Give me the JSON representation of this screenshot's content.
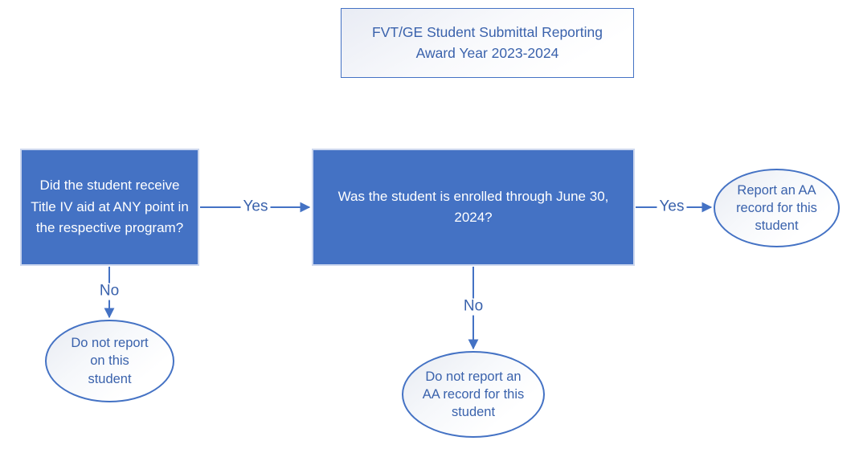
{
  "title": {
    "line1": "FVT/GE Student Submittal Reporting",
    "line2": "Award Year 2023-2024"
  },
  "flowchart": {
    "decision_title_iv": "Did the student receive Title IV aid at ANY point in the respective program?",
    "decision_enrolled": "Was the student is enrolled through June 30, 2024?",
    "outcome_report_aa": "Report an AA record for this student",
    "outcome_do_not_report": "Do not report on this student",
    "outcome_do_not_report_aa": "Do not report an AA record for this student",
    "edges": {
      "yes_left": "Yes",
      "yes_right": "Yes",
      "no_left": "No",
      "no_middle": "No"
    }
  },
  "colors": {
    "node_fill": "#4472C4",
    "node_light_border": "#ccd7ee",
    "connector": "#4472C4",
    "blue_text": "#3A62AC",
    "background": "#ffffff"
  }
}
